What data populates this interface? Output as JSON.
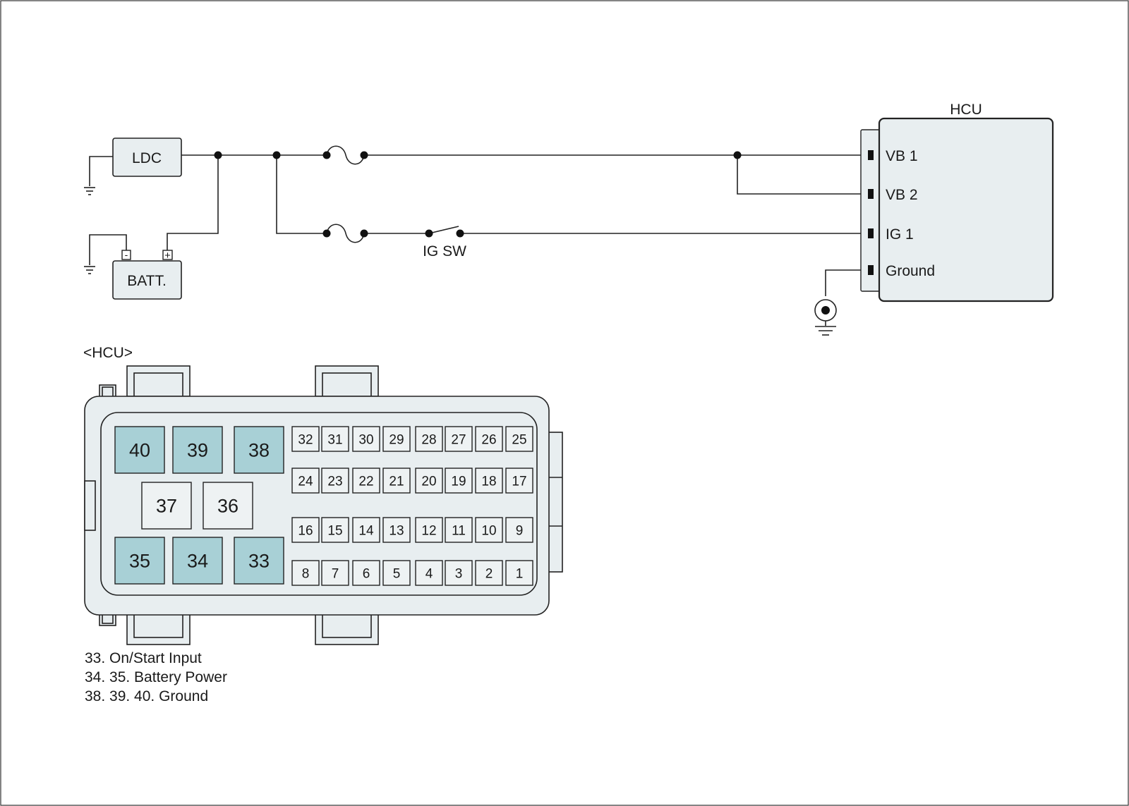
{
  "schematic": {
    "ldc_label": "LDC",
    "batt_label": "BATT.",
    "batt_minus": "-",
    "batt_plus": "+",
    "hcu_title": "HCU",
    "ig_sw_label": "IG SW",
    "pins": [
      "VB 1",
      "VB 2",
      "IG 1",
      "Ground"
    ]
  },
  "connector": {
    "title": "<HCU>",
    "large_pins": [
      "40",
      "39",
      "38",
      "37",
      "36",
      "35",
      "34",
      "33"
    ],
    "shaded_pins": [
      "40",
      "39",
      "38",
      "35",
      "34",
      "33"
    ],
    "small_rows": [
      [
        "32",
        "31",
        "30",
        "29",
        "28",
        "27",
        "26",
        "25"
      ],
      [
        "24",
        "23",
        "22",
        "21",
        "20",
        "19",
        "18",
        "17"
      ],
      [
        "16",
        "15",
        "14",
        "13",
        "12",
        "11",
        "10",
        "9"
      ],
      [
        "8",
        "7",
        "6",
        "5",
        "4",
        "3",
        "2",
        "1"
      ]
    ],
    "colors": {
      "shaded": "#a8d0d6",
      "plain": "#eef2f3"
    }
  },
  "legend": [
    "33. On/Start Input",
    "34. 35. Battery Power",
    "38. 39. 40. Ground"
  ]
}
